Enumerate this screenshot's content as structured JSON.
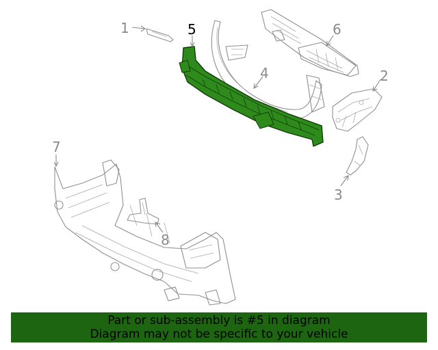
{
  "callouts": [
    {
      "id": "1",
      "label": "1"
    },
    {
      "id": "2",
      "label": "2"
    },
    {
      "id": "3",
      "label": "3"
    },
    {
      "id": "4",
      "label": "4"
    },
    {
      "id": "5",
      "label": "5"
    },
    {
      "id": "6",
      "label": "6"
    },
    {
      "id": "7",
      "label": "7"
    },
    {
      "id": "8",
      "label": "8"
    }
  ],
  "highlighted_part": "5",
  "colors": {
    "highlight_fill": "#2f8a1c",
    "highlight_stroke": "#123d0a",
    "line_art": "#8f8f8f",
    "banner_bg": "#1d6511",
    "banner_text": "#000000"
  },
  "banner": {
    "line1": "Part or sub-assembly is #5 in diagram",
    "line2": "Diagram may not be specific to your vehicle"
  }
}
